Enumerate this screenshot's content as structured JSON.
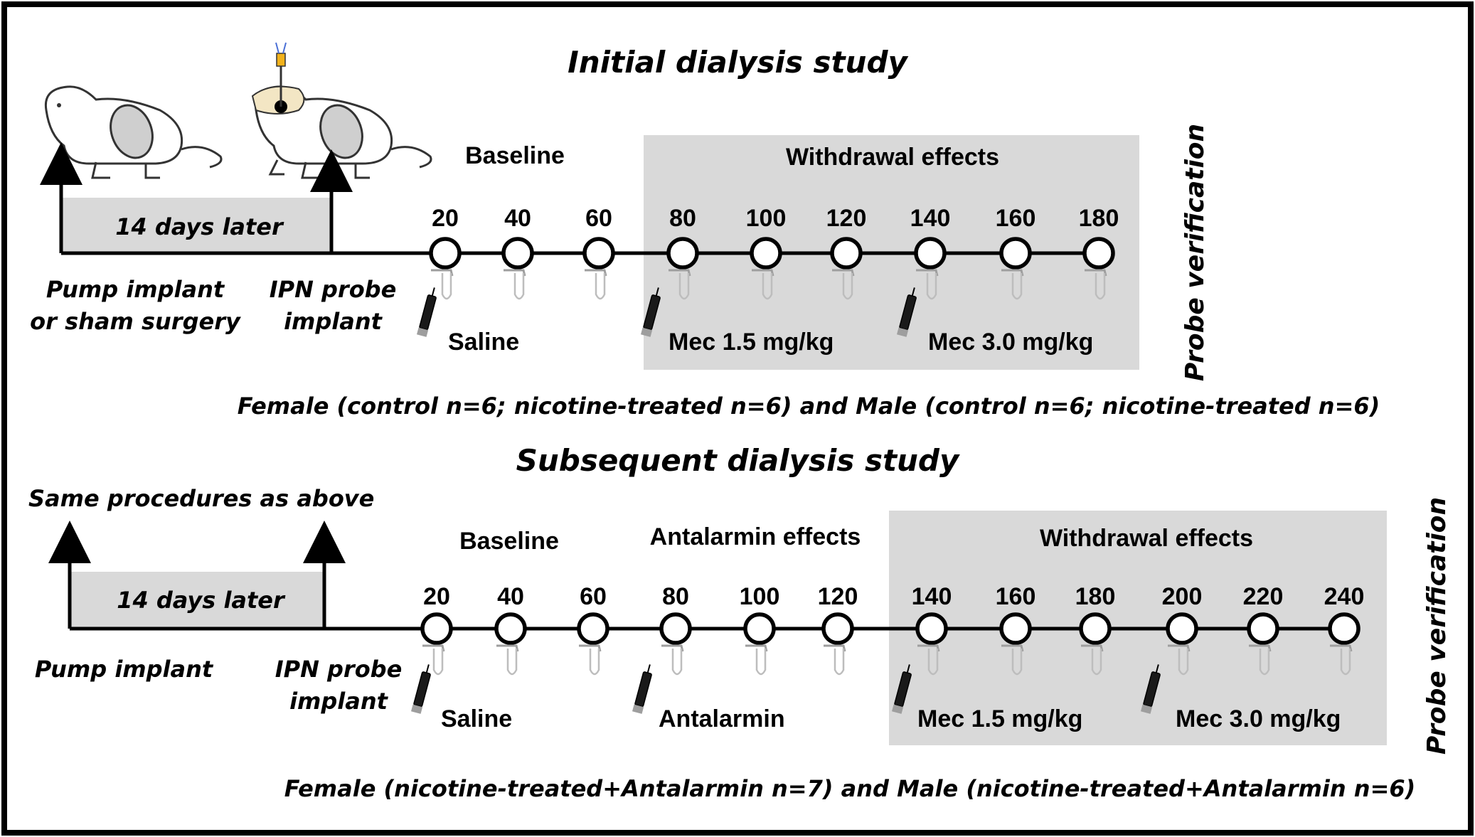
{
  "colors": {
    "panel_gray": "#d9d9d9",
    "line": "#000000",
    "node_fill": "#ffffff",
    "tube": "#bdbdbd"
  },
  "icons": [
    "rat-with-pump-icon",
    "rat-with-probe-icon",
    "syringe-icon",
    "collection-tube-icon",
    "timeline-arrow-icon"
  ],
  "initial": {
    "title": "Initial dialysis study",
    "baseline_label": "Baseline",
    "withdrawal_label": "Withdrawal effects",
    "days_label": "14 days later",
    "pump_label_line1": "Pump implant",
    "pump_label_line2": "or sham surgery",
    "probe_label_line1": "IPN probe",
    "probe_label_line2": "implant",
    "timepoints": [
      "20",
      "40",
      "60",
      "80",
      "100",
      "120",
      "140",
      "160",
      "180"
    ],
    "injections": [
      "Saline",
      "Mec 1.5 mg/kg",
      "Mec 3.0 mg/kg"
    ],
    "probe_verification": "Probe verification",
    "footnote": "Female (control n=6; nicotine-treated n=6) and Male (control n=6; nicotine-treated n=6)"
  },
  "subsequent": {
    "title": "Subsequent dialysis study",
    "same_procedures": "Same procedures as above",
    "baseline_label": "Baseline",
    "antalarmin_label": "Antalarmin effects",
    "withdrawal_label": "Withdrawal effects",
    "days_label": "14 days later",
    "pump_label": "Pump implant",
    "probe_label_line1": "IPN probe",
    "probe_label_line2": "implant",
    "timepoints": [
      "20",
      "40",
      "60",
      "80",
      "100",
      "120",
      "140",
      "160",
      "180",
      "200",
      "220",
      "240"
    ],
    "injections": [
      "Saline",
      "Antalarmin",
      "Mec 1.5 mg/kg",
      "Mec 3.0 mg/kg"
    ],
    "probe_verification": "Probe verification",
    "footnote": "Female (nicotine-treated+Antalarmin n=7) and Male (nicotine-treated+Antalarmin n=6)"
  }
}
